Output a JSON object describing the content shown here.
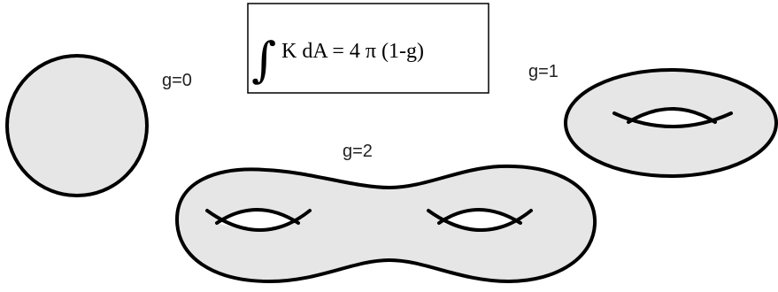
{
  "formula": {
    "integral_symbol": "∫",
    "expression": "K dA = 4 π (1-g)"
  },
  "labels": {
    "sphere": "g=0",
    "torus": "g=1",
    "double_torus": "g=2"
  },
  "colors": {
    "surface_fill": "#e6e6e6",
    "outline": "#000000",
    "label_text": "#222222"
  }
}
